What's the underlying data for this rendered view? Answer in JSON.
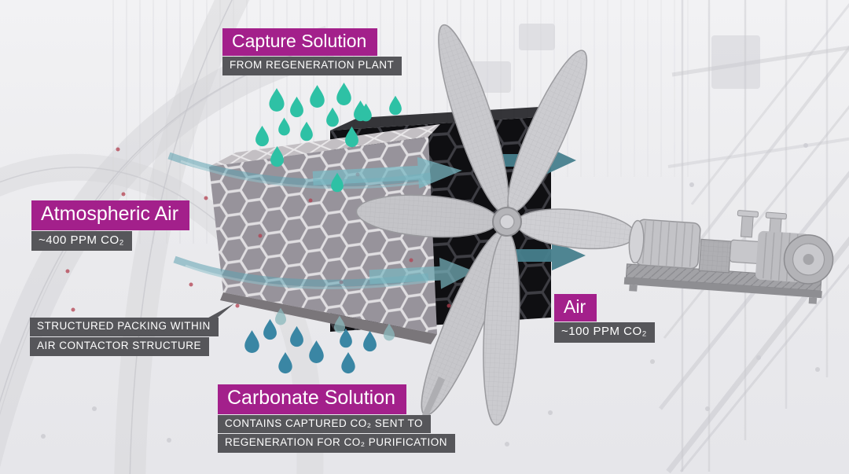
{
  "labels": {
    "capture_solution": {
      "title": "Capture Solution",
      "subtitle": "FROM REGENERATION PLANT"
    },
    "atmospheric_air": {
      "title": "Atmospheric Air",
      "subtitle": "~400 PPM CO₂"
    },
    "structured_packing": {
      "line1": "STRUCTURED PACKING WITHIN",
      "line2": "AIR CONTACTOR STRUCTURE"
    },
    "air_outlet": {
      "title": "Air",
      "subtitle": "~100 PPM CO₂"
    },
    "carbonate_solution": {
      "title": "Carbonate Solution",
      "line1": "CONTAINS CAPTURED CO₂ SENT TO",
      "line2": "REGENERATION FOR CO₂ PURIFICATION"
    }
  },
  "colors": {
    "magenta": "#A3208B",
    "label_gray": "#56565A",
    "droplet_teal": "#2EC1A5",
    "droplet_blue": "#3A86A4",
    "arrow_teal": "#47808D",
    "arrow_teal_light": "#79B7C1",
    "bg": "#ECECEF"
  },
  "icons": {
    "capture_droplet": "droplet-icon",
    "carbonate_droplet": "droplet-icon",
    "airflow_arrow": "right-block-arrow-icon",
    "fan": "six-blade-fan-icon",
    "packing_block": "honeycomb-block-icon",
    "pump": "industrial-pump-icon"
  }
}
